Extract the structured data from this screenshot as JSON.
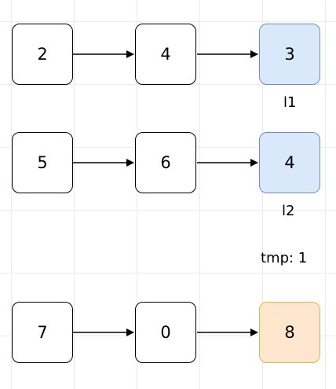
{
  "list_a": {
    "nodes": [
      "2",
      "4",
      "3"
    ],
    "pointer": "l1",
    "highlight_color": "#dae8fc"
  },
  "list_b": {
    "nodes": [
      "5",
      "6",
      "4"
    ],
    "pointer": "l2",
    "highlight_color": "#dae8fc"
  },
  "tmp_text": "tmp: 1",
  "result": {
    "nodes": [
      "7",
      "0",
      "8"
    ],
    "highlight_color": "#ffe6cc"
  },
  "icons": {
    "arrow": "right-arrow-icon"
  }
}
